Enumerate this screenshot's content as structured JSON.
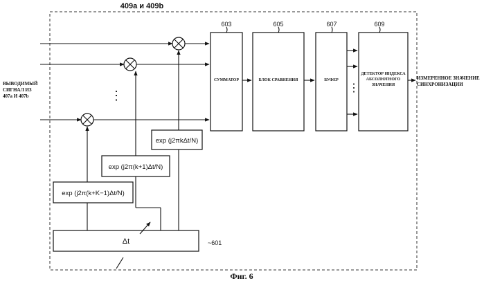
{
  "header_label": "409a и 409b",
  "input_label": [
    "ВЫВОДИМЫЙ",
    "СИГНАЛ ИЗ",
    "407а И 407b"
  ],
  "dots": "⋮",
  "blocks": {
    "adder": {
      "ref": "603",
      "label": "СУММАТОР"
    },
    "compare": {
      "ref": "605",
      "label": "БЛОК СРАВНЕНИЯ"
    },
    "buffer": {
      "ref": "607",
      "label": "БУФЕР"
    },
    "detector": {
      "ref": "609",
      "label": [
        "ДЕТЕКТОР ИНДЕКСА",
        "АБСОЛЮТНОГО",
        "ЗНАЧЕНИЯ"
      ]
    },
    "delta": {
      "ref": "601",
      "label": "Δt"
    }
  },
  "exp_boxes": [
    "exp (j2πkΔt/N)",
    "exp (j2π(k+1)Δt/N)",
    "exp (j2π(k+K−1)Δt/N)"
  ],
  "output_label": [
    "ИЗМЕРЕННОЕ ЗНАЧЕНИЕ",
    "СИНХРОНИЗАЦИИ"
  ],
  "caption": "Фиг. 6"
}
